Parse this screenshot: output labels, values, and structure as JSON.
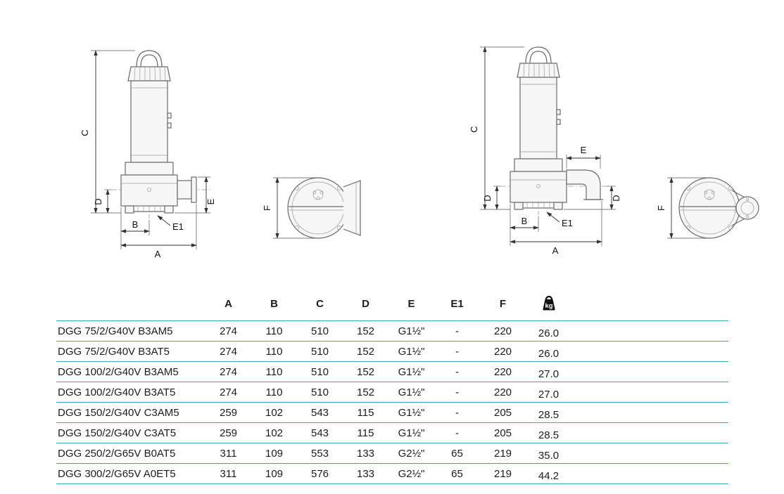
{
  "page": {
    "background": "#ffffff",
    "accent_line_color": "#3aa7ba"
  },
  "drawings": {
    "labels": {
      "A": "A",
      "B": "B",
      "C": "C",
      "D": "D",
      "E": "E",
      "E1": "E1",
      "F": "F"
    }
  },
  "table": {
    "columns": [
      "A",
      "B",
      "C",
      "D",
      "E",
      "E1",
      "F"
    ],
    "weight_unit": "kg",
    "rows": [
      {
        "model": "DGG 75/2/G40V B3AM5",
        "A": "274",
        "B": "110",
        "C": "510",
        "D": "152",
        "E": "G1½\"",
        "E1": "-",
        "F": "220",
        "kg": "26.0"
      },
      {
        "model": "DGG 75/2/G40V B3AT5",
        "A": "274",
        "B": "110",
        "C": "510",
        "D": "152",
        "E": "G1½\"",
        "E1": "-",
        "F": "220",
        "kg": "26.0"
      },
      {
        "model": "DGG 100/2/G40V B3AM5",
        "A": "274",
        "B": "110",
        "C": "510",
        "D": "152",
        "E": "G1½\"",
        "E1": "-",
        "F": "220",
        "kg": "27.0"
      },
      {
        "model": "DGG 100/2/G40V B3AT5",
        "A": "274",
        "B": "110",
        "C": "510",
        "D": "152",
        "E": "G1½\"",
        "E1": "-",
        "F": "220",
        "kg": "27.0"
      },
      {
        "model": "DGG 150/2/G40V C3AM5",
        "A": "259",
        "B": "102",
        "C": "543",
        "D": "115",
        "E": "G1½\"",
        "E1": "-",
        "F": "205",
        "kg": "28.5"
      },
      {
        "model": "DGG 150/2/G40V C3AT5",
        "A": "259",
        "B": "102",
        "C": "543",
        "D": "115",
        "E": "G1½\"",
        "E1": "-",
        "F": "205",
        "kg": "28.5"
      },
      {
        "model": "DGG 250/2/G65V B0AT5",
        "A": "311",
        "B": "109",
        "C": "553",
        "D": "133",
        "E": "G2½\"",
        "E1": "65",
        "F": "219",
        "kg": "35.0"
      },
      {
        "model": "DGG 300/2/G65V A0ET5",
        "A": "311",
        "B": "109",
        "C": "576",
        "D": "133",
        "E": "G2½\"",
        "E1": "65",
        "F": "219",
        "kg": "44.2"
      }
    ]
  }
}
